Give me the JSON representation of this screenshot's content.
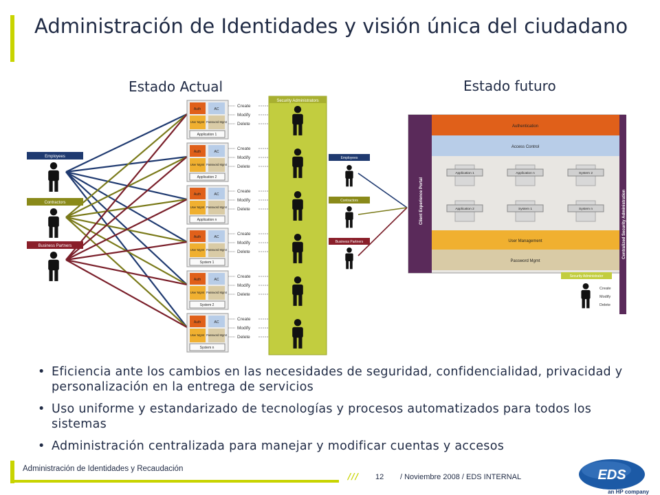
{
  "title": "Administración de Identidades y visión única del ciudadano",
  "left_heading": "Estado Actual",
  "right_heading": "Estado futuro",
  "left_diagram": {
    "groups": [
      "Employees",
      "Contractors",
      "Business Partners"
    ],
    "admin_header": "Security Administrators",
    "actions": [
      "Create",
      "Modify",
      "Delete"
    ],
    "box_labels": {
      "auth": "Auth",
      "ac": "AC",
      "user": "User Mgmt",
      "pass": "Password Mgmt"
    },
    "apps": [
      "Application 1",
      "Application 2",
      "Application n",
      "System 1",
      "System 2",
      "System n"
    ]
  },
  "right_diagram": {
    "groups": [
      "Employees",
      "Contractors",
      "Business Partners"
    ],
    "portal": "Client Experience Portal",
    "central": "Centralized Security Administration",
    "authentication": "Authentication",
    "access_control": "Access Control",
    "apps_row1": [
      "Application 1",
      "Application n",
      "System 2"
    ],
    "apps_row2": [
      "Application 2",
      "System 1",
      "System n"
    ],
    "user_mgmt": "User Management",
    "password_mgmt": "Password Mgmt",
    "security_admin": "Security Administrator",
    "actions": [
      "Create",
      "Modify",
      "Delete"
    ]
  },
  "bullets": [
    "Eficiencia ante los cambios en las necesidades de seguridad, confidencialidad, privacidad y personalización en la entrega de servicios",
    "Uso uniforme y estandarizado de tecnologías y procesos automatizados para todos los sistemas",
    "Administración centralizada para manejar y modificar cuentas y accesos"
  ],
  "footer": {
    "title": "Administración de Identidades y Recaudación",
    "slashes": "///",
    "page": "12",
    "date": "/ Noviembre 2008 / EDS INTERNAL"
  },
  "logo": {
    "name": "EDS",
    "tagline": "an HP company"
  },
  "colors": {
    "accent": "#c8d400",
    "navy": "#1f2a44",
    "orange": "#e0601a",
    "purple": "#5a2a5a"
  }
}
